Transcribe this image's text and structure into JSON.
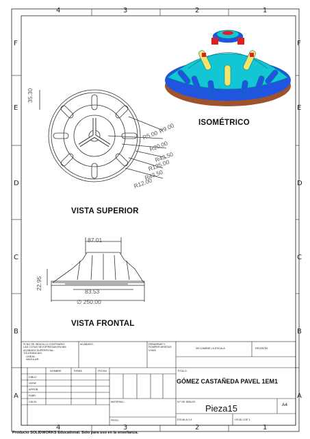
{
  "zones": {
    "columns": [
      "4",
      "3",
      "2",
      "1"
    ],
    "rows": [
      "F",
      "E",
      "D",
      "C",
      "B",
      "A"
    ]
  },
  "views": {
    "isometric": "ISOMÉTRICO",
    "top": "VISTA SUPERIOR",
    "front": "VISTA FRONTAL"
  },
  "dimensions": {
    "top": [
      "35.30",
      "R9.00",
      "R5.00",
      "R20.00",
      "R43.50",
      "R125.00",
      "R43.50",
      "R12.00"
    ],
    "front": [
      "87.01",
      "22.95",
      "83.53",
      "∅ 250.00"
    ]
  },
  "title_block": {
    "notes": [
      "SI NO SE INDICA LO CONTRARIO:",
      "LAS COTAS SE EXPRESAN EN MM",
      "ACABADO SUPERFICIAL:",
      "TOLERANCIAS:",
      "LINEAL:",
      "ANGULAR:"
    ],
    "acabado": "ACABADO:",
    "rebarbar": [
      "REBARBAR Y",
      "ROMPER ARISTAS",
      "VIVAS"
    ],
    "no_cambie": "NO CAMBIE LA ESCALA",
    "revision": "REVISIÓN",
    "col_headers": [
      "NOMBRE",
      "FIRMA",
      "FECHA"
    ],
    "row_labels": [
      "DIBUJ.",
      "VERIF.",
      "APROB.",
      "FABR.",
      "CALID."
    ],
    "titulo_label": "TÍTULO:",
    "titulo": "GÓMEZ CASTAÑEDA PAVEL  1EM1",
    "material": "MATERIAL:",
    "dibujo_label": "N.º DE DIBUJO",
    "drawing_name": "Pieza15",
    "size": "A4",
    "peso": "PESO:",
    "escala": "ESCALA:1:4",
    "hoja": "HOJA 1 DE 1"
  },
  "footer": "Producto SOLIDWORKS Educational. Solo para uso en la enseñanza.",
  "colors": {
    "cyan": "#12c6d6",
    "blue": "#1f55e0",
    "brown": "#a0522d",
    "red": "#e02020",
    "yellow": "#f3e46a",
    "line": "#222222"
  }
}
